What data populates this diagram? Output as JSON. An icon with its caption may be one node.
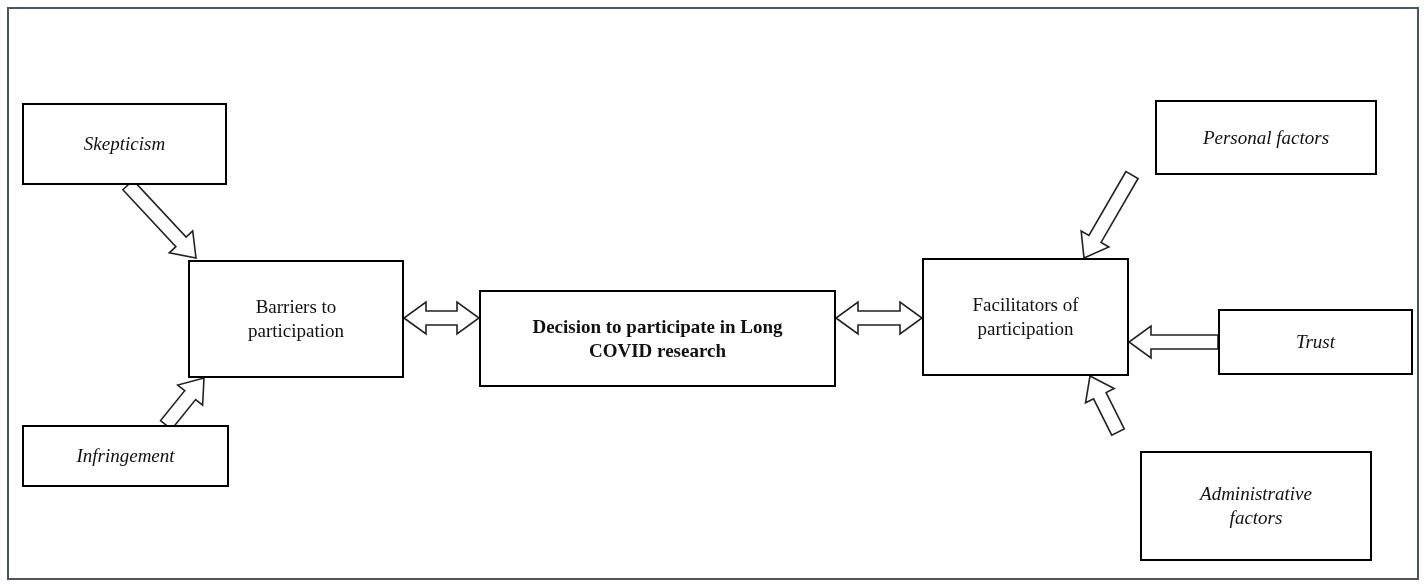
{
  "diagram": {
    "nodes": [
      {
        "text": [
          "Skepticism"
        ]
      },
      {
        "text": [
          "Barriers to participation"
        ]
      },
      {
        "text": [
          "Infringement"
        ]
      },
      {
        "text": [
          "Decision to participate in Long COVID research"
        ]
      },
      {
        "text": [
          "Personal factors"
        ]
      },
      {
        "text": [
          "Facilitators of participation"
        ]
      },
      {
        "text": [
          "Trust"
        ]
      },
      {
        "text": [
          "Administrative factors"
        ]
      }
    ],
    "edges": [
      {
        "from": 0,
        "to": 1,
        "arrow": "to"
      },
      {
        "from": 2,
        "to": 1,
        "arrow": "to"
      },
      {
        "from": 1,
        "to": 3,
        "arrow": "both"
      },
      {
        "from": 3,
        "to": 5,
        "arrow": "both"
      },
      {
        "from": 4,
        "to": 5,
        "arrow": "to"
      },
      {
        "from": 6,
        "to": 5,
        "arrow": "to"
      },
      {
        "from": 7,
        "to": 5,
        "arrow": "to"
      }
    ]
  }
}
